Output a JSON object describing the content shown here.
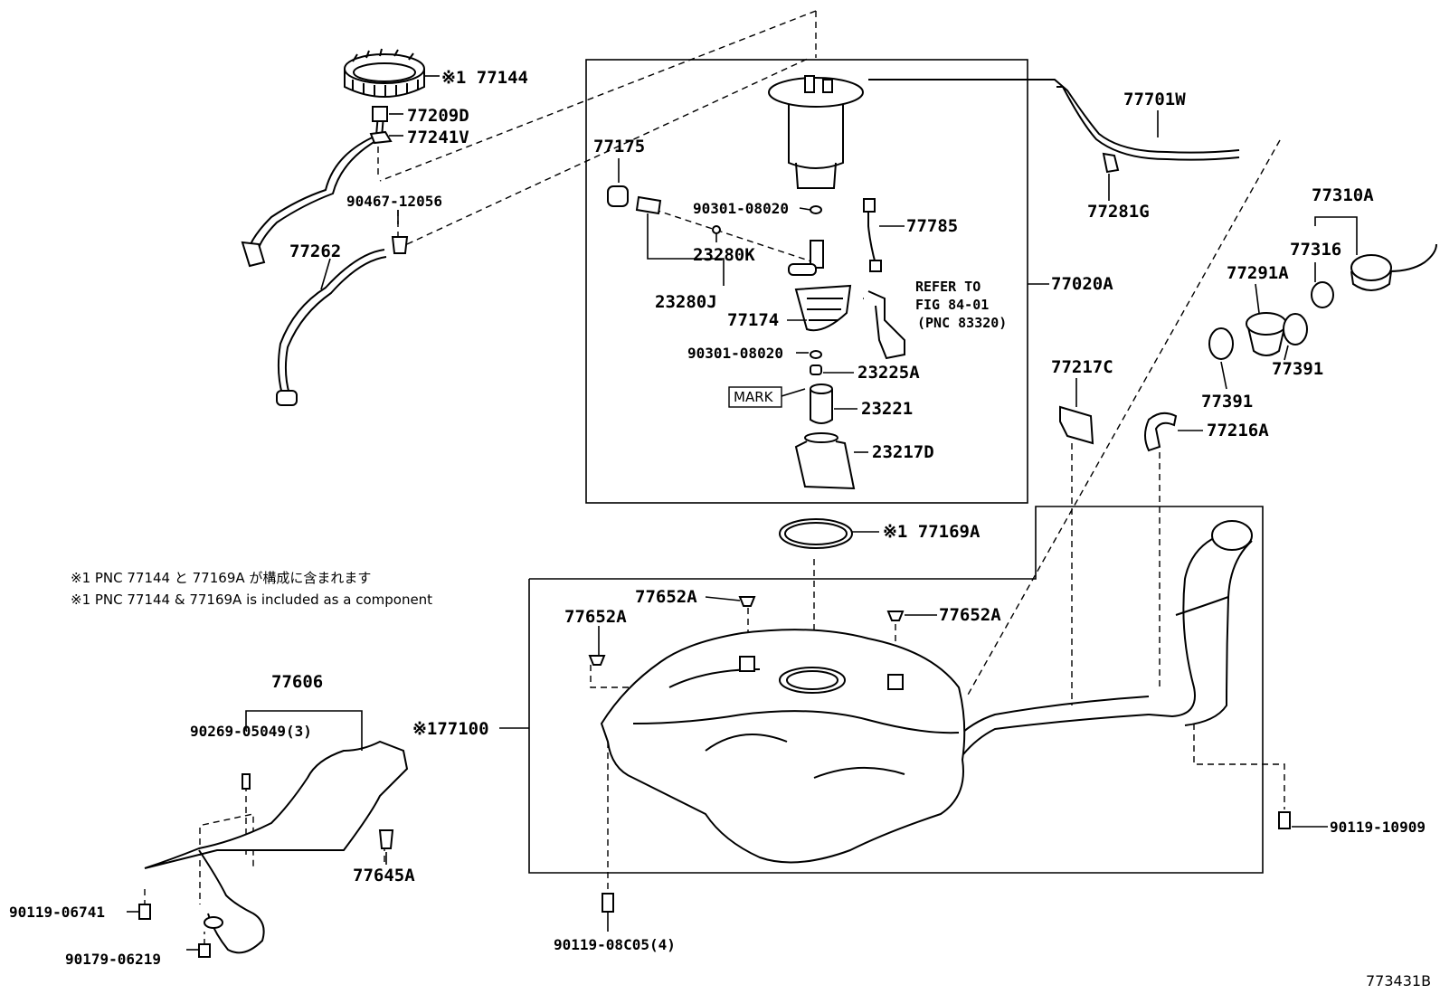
{
  "labels": {
    "p77144": "※1 77144",
    "p77209D": "77209D",
    "p77241V": "77241V",
    "p90467": "90467-12056",
    "p77262": "77262",
    "p77175": "77175",
    "p90301a": "90301-08020",
    "p23280K": "23280K",
    "p23280J": "23280J",
    "p77174": "77174",
    "p90301b": "90301-08020",
    "p23225A": "23225A",
    "mark": "MARK",
    "p23221": "23221",
    "p23217D": "23217D",
    "p77785": "77785",
    "refer1": "REFER TO",
    "refer2": "FIG 84-01",
    "refer3": "(PNC 83320)",
    "p77020A": "77020A",
    "p77701W": "77701W",
    "p77281G": "77281G",
    "p77310A": "77310A",
    "p77316": "77316",
    "p77291A": "77291A",
    "p77391a": "77391",
    "p77391b": "77391",
    "p77217C": "77217C",
    "p77216A": "77216A",
    "p77169A": "※1 77169A",
    "p77652a": "77652A",
    "p77652b": "77652A",
    "p77652c": "77652A",
    "p77100": "※177100",
    "p90119_10909": "90119-10909",
    "p90119_08c05": "90119-08C05(4)",
    "p77606": "77606",
    "p90269": "90269-05049(3)",
    "p77645A": "77645A",
    "p90119_06741": "90119-06741",
    "p90179": "90179-06219"
  },
  "notes": {
    "jp": "※1 PNC 77144 と 77169A が構成に含まれます",
    "en": "※1 PNC 77144 & 77169A is included as a component"
  },
  "diagram_code": "773431B"
}
